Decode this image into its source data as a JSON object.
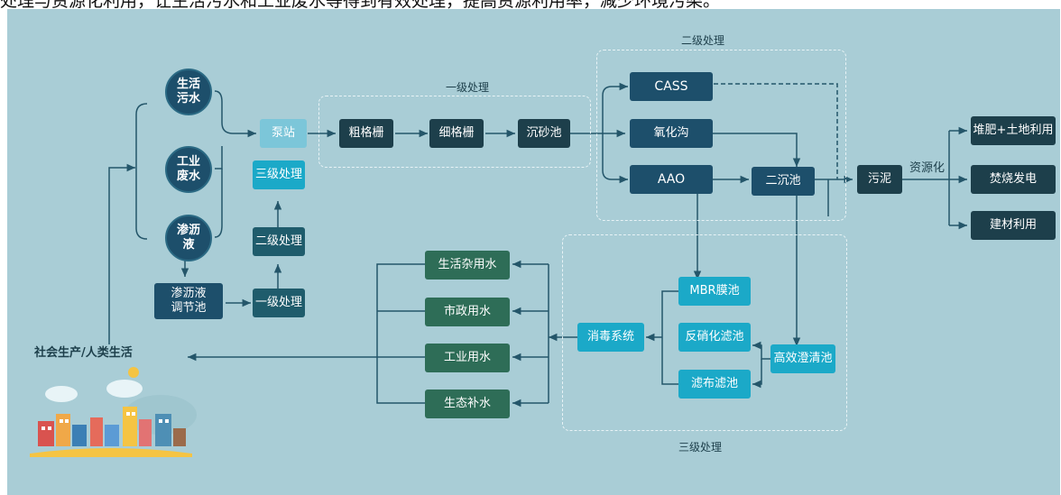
{
  "caption_top": "处理与资源化利用，让生活污水和工业废水等得到有效处理，提高资源利用率，减少环境污染。",
  "sections": {
    "primary": "一级处理",
    "secondary": "二级处理",
    "tertiary": "三级处理",
    "resource": "资源化"
  },
  "sources": {
    "domestic": "生活\n污水",
    "industrial": "工业\n废水",
    "leachate": "渗沥\n液"
  },
  "leachate_chain": {
    "tank": "渗沥液\n调节池",
    "primary": "一级处理",
    "secondary": "二级处理",
    "tertiary": "三级处理"
  },
  "pretreatment": {
    "pump": "泵站",
    "coarse_grid": "粗格栅",
    "fine_grid": "细格栅",
    "grit": "沉砂池"
  },
  "biological": {
    "cass": "CASS",
    "oxidation": "氧化沟",
    "aao": "AAO",
    "clarifier": "二沉池"
  },
  "sludge": {
    "name": "污泥",
    "uses": [
      "堆肥+土地利用",
      "焚烧发电",
      "建材利用"
    ]
  },
  "advanced": {
    "mbr": "MBR膜池",
    "denitrify": "反硝化滤池",
    "cloth": "滤布滤池",
    "hecp": "高效澄清池",
    "disinfect": "消毒系统"
  },
  "reuse": [
    "生活杂用水",
    "市政用水",
    "工业用水",
    "生态补水"
  ],
  "society": "社会生产/人类生活"
}
